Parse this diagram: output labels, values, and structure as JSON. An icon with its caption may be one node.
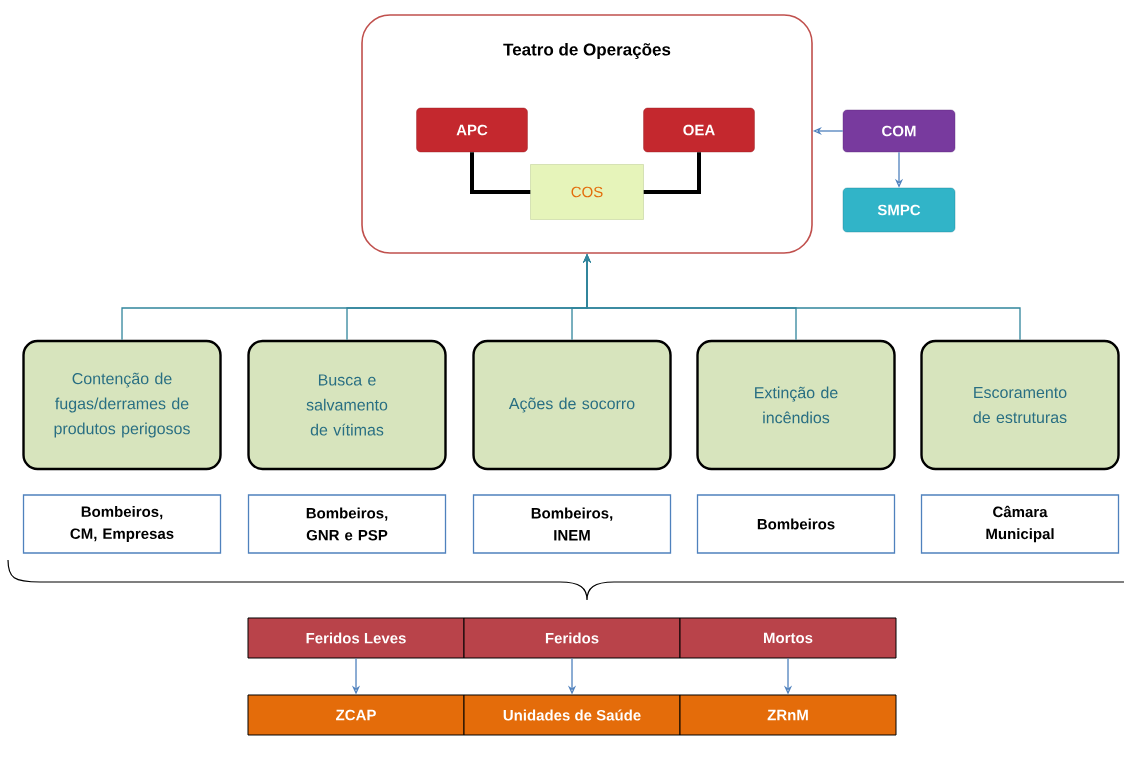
{
  "diagram": {
    "nodes": [
      {
        "text": [
          "Teatro de Operações"
        ]
      },
      {
        "text": [
          "APC"
        ],
        "in": 0
      },
      {
        "text": [
          "OEA"
        ],
        "in": 0
      },
      {
        "text": [
          "COS"
        ],
        "in": 0
      },
      {
        "text": [
          "COM"
        ]
      },
      {
        "text": [
          "SMPC"
        ]
      },
      {
        "text": [
          "Contenção de fugas/derrames de produtos perigosos"
        ]
      },
      {
        "text": [
          "Busca e salvamento de vítimas"
        ]
      },
      {
        "text": [
          "Ações de socorro"
        ]
      },
      {
        "text": [
          "Extinção de incêndios"
        ]
      },
      {
        "text": [
          "Escoramento de estruturas"
        ]
      },
      {
        "text": [
          "Bombeiros, CM, Empresas"
        ]
      },
      {
        "text": [
          "Bombeiros, GNR e PSP"
        ]
      },
      {
        "text": [
          "Bombeiros, INEM"
        ]
      },
      {
        "text": [
          "Bombeiros"
        ]
      },
      {
        "text": [
          "Câmara Municipal"
        ]
      },
      {
        "text": [
          "Feridos Leves"
        ]
      },
      {
        "text": [
          "Feridos"
        ]
      },
      {
        "text": [
          "Mortos"
        ]
      },
      {
        "text": [
          "ZCAP"
        ]
      },
      {
        "text": [
          "Unidades de Saúde"
        ]
      },
      {
        "text": [
          "ZRnM"
        ]
      }
    ],
    "edges": [
      {
        "from": 1,
        "to": 3,
        "arrow": "none",
        "style": "thick",
        "color": "#000000"
      },
      {
        "from": 2,
        "to": 3,
        "arrow": "none",
        "style": "thick",
        "color": "#000000"
      },
      {
        "from": 4,
        "to": 0,
        "arrow": "to",
        "color": "#4f81bd"
      },
      {
        "from": 4,
        "to": 5,
        "arrow": "to",
        "color": "#4f81bd"
      },
      {
        "from": 6,
        "to": 0,
        "arrow": "to"
      },
      {
        "from": 7,
        "to": 0,
        "arrow": "to"
      },
      {
        "from": 8,
        "to": 0,
        "arrow": "to"
      },
      {
        "from": 9,
        "to": 0,
        "arrow": "to"
      },
      {
        "from": 10,
        "to": 0,
        "arrow": "to"
      },
      {
        "from": 16,
        "to": 19,
        "arrow": "to",
        "color": "#4f81bd"
      },
      {
        "from": 17,
        "to": 20,
        "arrow": "to",
        "color": "#4f81bd"
      },
      {
        "from": 18,
        "to": 21,
        "arrow": "to",
        "color": "#4f81bd"
      }
    ]
  }
}
